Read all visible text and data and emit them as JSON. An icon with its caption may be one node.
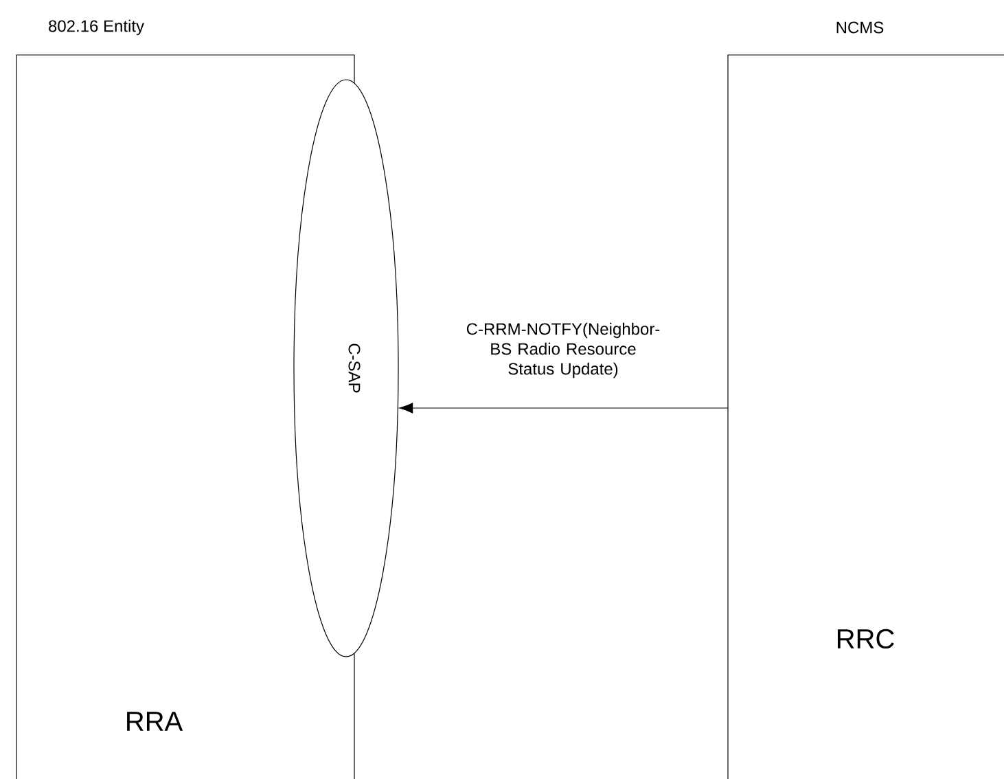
{
  "diagram": {
    "nodes": [
      {
        "text": [
          "802.16 Entity",
          "RRA"
        ]
      },
      {
        "text": [
          "NCMS",
          "RRC"
        ]
      },
      {
        "text": [
          "C-SAP"
        ]
      }
    ],
    "edges": [
      {
        "from": 1,
        "to": 2,
        "arrow": "to",
        "label": "C-RRM-NOTFY(Neighbor-BS Radio Resource Status Update)"
      }
    ]
  }
}
